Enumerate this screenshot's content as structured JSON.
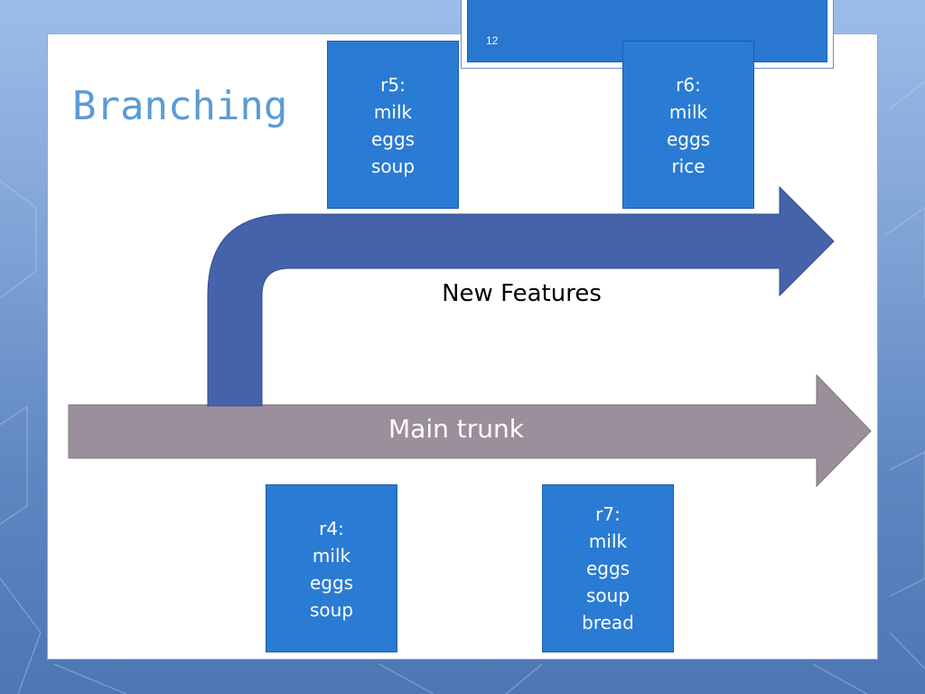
{
  "slide": {
    "title": "Branching",
    "page_number": "12"
  },
  "colors": {
    "title": "#5b9bd5",
    "revision_box": "#2a7bd3",
    "branch_arrow": "#4563ab",
    "trunk_arrow": "#9b8f9b",
    "background_top": "#9dbde8",
    "background_bottom": "#4e76b4"
  },
  "diagram": {
    "branch_label": "New Features",
    "trunk_label": "Main trunk",
    "revisions": {
      "r5": {
        "heading": "r5:",
        "items": [
          "milk",
          "eggs",
          "soup"
        ]
      },
      "r6": {
        "heading": "r6:",
        "items": [
          "milk",
          "eggs",
          "rice"
        ]
      },
      "r4": {
        "heading": "r4:",
        "items": [
          "milk",
          "eggs",
          "soup"
        ]
      },
      "r7": {
        "heading": "r7:",
        "items": [
          "milk",
          "eggs",
          "soup",
          "bread"
        ]
      }
    }
  }
}
